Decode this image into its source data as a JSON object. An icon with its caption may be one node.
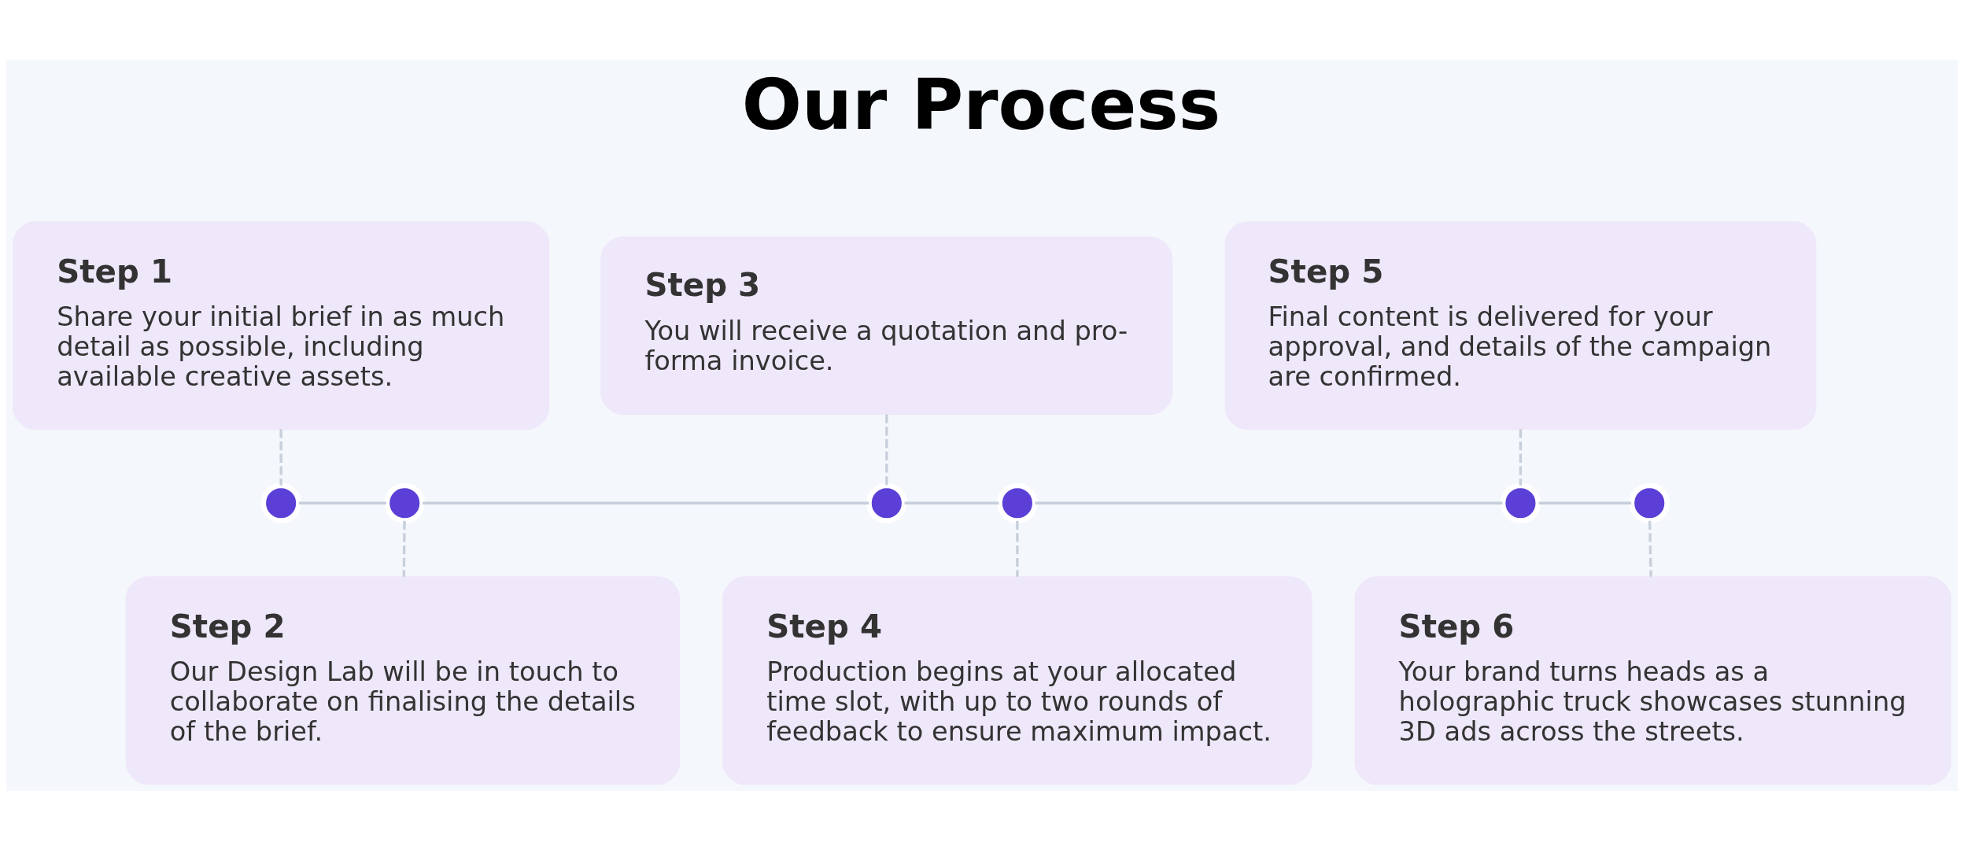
{
  "diagram": {
    "title": "Our Process",
    "nodes": [
      {
        "text": [
          "Step 1",
          "Share your initial brief in as much detail as possible, including available creative assets."
        ]
      },
      {
        "text": [
          "Step 2",
          "Our Design Lab will be in touch to collaborate on finalising the details of the brief."
        ]
      },
      {
        "text": [
          "Step 3",
          "You will receive a quotation and pro-forma invoice."
        ]
      },
      {
        "text": [
          "Step 4",
          "Production begins at your allocated time slot, with up to two rounds of feedback to ensure maximum impact."
        ]
      },
      {
        "text": [
          "Step 5",
          "Final content is delivered for your approval, and details of the campaign are confirmed."
        ]
      },
      {
        "text": [
          "Step 6",
          "Your brand turns heads as a holographic truck showcases stunning 3D ads across the streets."
        ]
      },
      {
        "text": [],
        "shape": "circle"
      },
      {
        "text": [],
        "shape": "circle"
      },
      {
        "text": [],
        "shape": "circle"
      },
      {
        "text": [],
        "shape": "circle"
      },
      {
        "text": [],
        "shape": "circle"
      },
      {
        "text": [],
        "shape": "circle"
      }
    ],
    "edges": [
      {
        "from": 6,
        "to": 7,
        "arrow": "none"
      },
      {
        "from": 7,
        "to": 8,
        "arrow": "none"
      },
      {
        "from": 8,
        "to": 9,
        "arrow": "none"
      },
      {
        "from": 9,
        "to": 10,
        "arrow": "none"
      },
      {
        "from": 10,
        "to": 11,
        "arrow": "none"
      },
      {
        "from": 0,
        "to": 6,
        "arrow": "none",
        "style": "dashed"
      },
      {
        "from": 7,
        "to": 1,
        "arrow": "none",
        "style": "dashed"
      },
      {
        "from": 2,
        "to": 8,
        "arrow": "none",
        "style": "dashed"
      },
      {
        "from": 9,
        "to": 3,
        "arrow": "none",
        "style": "dashed"
      },
      {
        "from": 4,
        "to": 10,
        "arrow": "none",
        "style": "dashed"
      },
      {
        "from": 11,
        "to": 5,
        "arrow": "none",
        "style": "dashed"
      }
    ]
  }
}
